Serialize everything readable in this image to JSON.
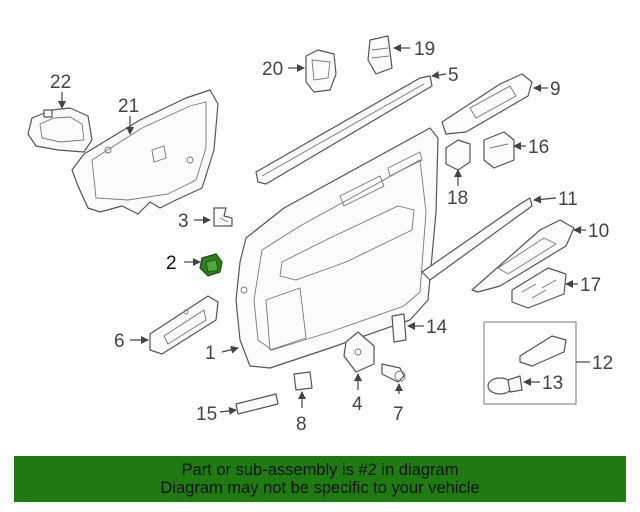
{
  "diagram": {
    "labels": [
      "1",
      "2",
      "3",
      "4",
      "5",
      "6",
      "7",
      "8",
      "9",
      "10",
      "11",
      "12",
      "13",
      "14",
      "15",
      "16",
      "17",
      "18",
      "19",
      "20",
      "21",
      "22"
    ],
    "highlight_part": "2",
    "highlight_color": "#2e7d1f"
  },
  "banner": {
    "line1": "Part or sub-assembly is #2 in diagram",
    "line2": "Diagram may not be specific to your vehicle",
    "background": "#1f7a12"
  }
}
